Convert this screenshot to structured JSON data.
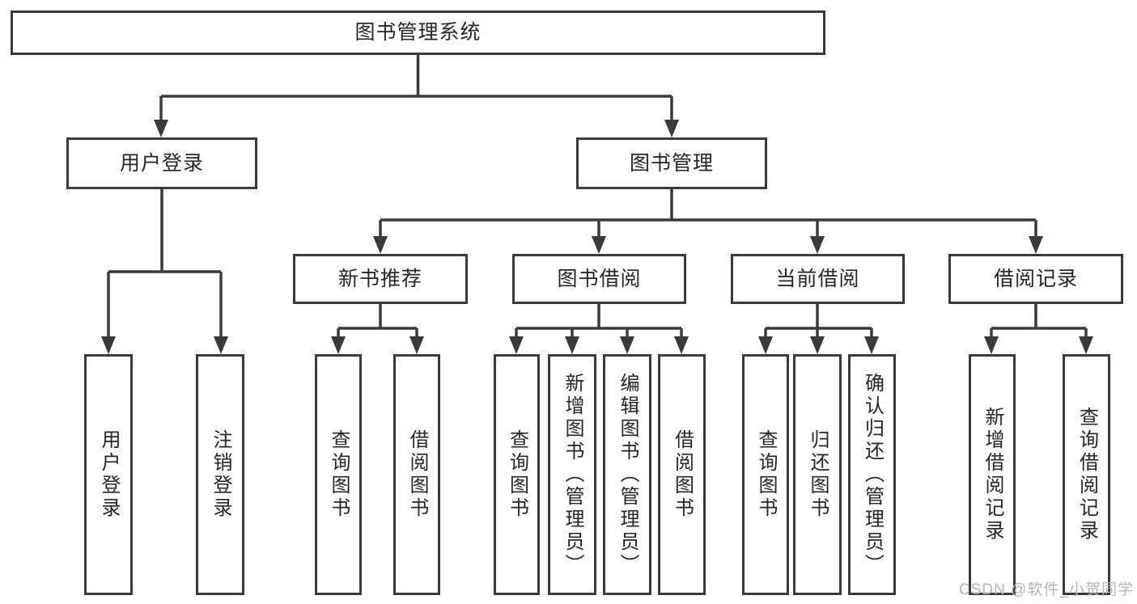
{
  "diagram": {
    "tree": {
      "label": "图书管理系统",
      "children": [
        {
          "label": "用户登录",
          "children": [
            {
              "label": "用户登录"
            },
            {
              "label": "注销登录"
            }
          ]
        },
        {
          "label": "图书管理",
          "children": [
            {
              "label": "新书推荐",
              "children": [
                {
                  "label": "查询图书"
                },
                {
                  "label": "借阅图书"
                }
              ]
            },
            {
              "label": "图书借阅",
              "children": [
                {
                  "label": "查询图书"
                },
                {
                  "label": "新增图书（管理员）"
                },
                {
                  "label": "编辑图书（管理员）"
                },
                {
                  "label": "借阅图书"
                }
              ]
            },
            {
              "label": "当前借阅",
              "children": [
                {
                  "label": "查询图书"
                },
                {
                  "label": "归还图书"
                },
                {
                  "label": "确认归还（管理员）"
                }
              ]
            },
            {
              "label": "借阅记录",
              "children": [
                {
                  "label": "新增借阅记录"
                },
                {
                  "label": "查询借阅记录"
                }
              ]
            }
          ]
        }
      ]
    }
  },
  "watermark": {
    "text": "CSDN @软件_小贺同学"
  },
  "colors": {
    "line": "#3a3a3a",
    "text": "#262626",
    "background": "#ffffff",
    "watermark": "#b6b6b6"
  }
}
